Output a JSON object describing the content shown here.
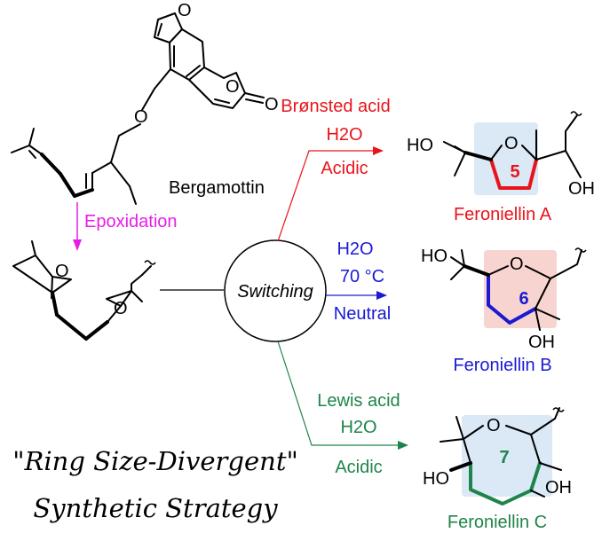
{
  "colors": {
    "red": "#e8141b",
    "blue": "#1a1ad4",
    "green": "#1e8449",
    "magenta": "#e81ee8",
    "black": "#000000",
    "highlight_blue": "#dbe8f6",
    "highlight_pink": "#f8d4d0"
  },
  "atoms": {
    "O": "O",
    "HO": "HO",
    "OH": "OH"
  },
  "starting_material": {
    "name": "Bergamottin"
  },
  "step": {
    "label": "Epoxidation"
  },
  "hub": {
    "label": "Switching"
  },
  "paths": [
    {
      "condition_lines": [
        "Brønsted acid",
        "H2O",
        "Acidic"
      ],
      "ring_size": "5",
      "product": "Feroniellin A",
      "color": "#e8141b"
    },
    {
      "condition_lines": [
        "H2O",
        "70 °C",
        "Neutral"
      ],
      "ring_size": "6",
      "product": "Feroniellin B",
      "color": "#1a1ad4"
    },
    {
      "condition_lines": [
        "Lewis acid",
        "H2O",
        "Acidic"
      ],
      "ring_size": "7",
      "product": "Feroniellin C",
      "color": "#1e8449"
    }
  ],
  "strategy": {
    "line1": "\"Ring Size-Divergent\"",
    "line2": "Synthetic Strategy"
  }
}
